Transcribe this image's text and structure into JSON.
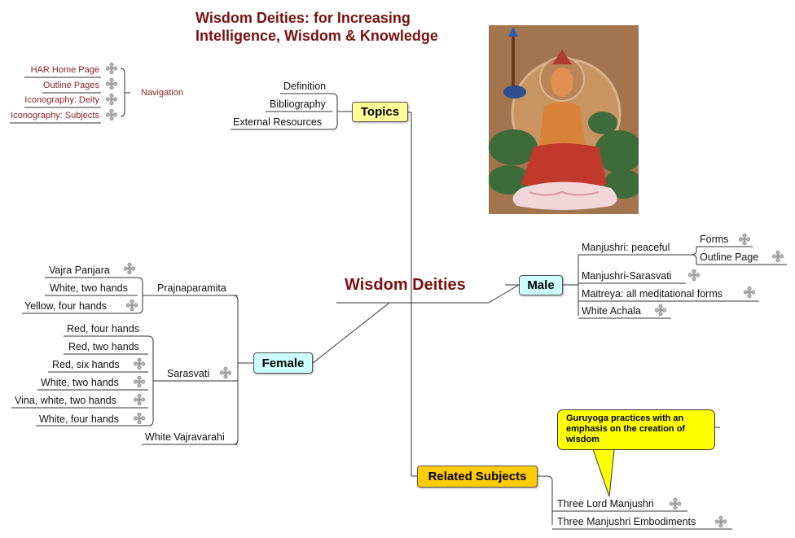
{
  "title_lines": [
    "Wisdom Deities: for Increasing",
    "Intelligence, Wisdom & Knowledge"
  ],
  "navigation": {
    "label": "Navigation",
    "items": [
      "HAR Home Page",
      "Outline Pages",
      "Iconography: Deity",
      "Iconography: Subjects"
    ]
  },
  "center": "Wisdom Deities",
  "topics": {
    "label": "Topics",
    "items": [
      "Definition",
      "Bibliography",
      "External Resources"
    ]
  },
  "male": {
    "label": "Male",
    "manjushri_peaceful": "Manjushri: peaceful",
    "manjushri_sub": [
      "Forms",
      "Outline Page"
    ],
    "items": [
      "Manjushri-Sarasvati",
      "Maitreya: all meditational forms",
      "White Achala"
    ]
  },
  "female": {
    "label": "Female",
    "prajnaparamita": {
      "label": "Prajnaparamita",
      "items": [
        "Vajra Panjara",
        "White, two hands",
        "Yellow, four hands"
      ]
    },
    "sarasvati": {
      "label": "Sarasvati",
      "items": [
        "Red, four hands",
        "Red, two hands",
        "Red, six hands",
        "White, two hands",
        "Vina, white, two hands",
        "White, four hands"
      ]
    },
    "white_vajravarahi": "White Vajravarahi"
  },
  "related": {
    "label": "Related Subjects",
    "items": [
      "Three Lord Manjushri",
      "Three Manjushri Embodiments"
    ]
  },
  "callout_text": "Guruyoga practices with an emphasis on the creation of wisdom",
  "colors": {
    "title": "#7a1010",
    "nav_text": "#8a1f1f",
    "topics_box": "#ffff99",
    "male_box": "#ccffff",
    "female_box": "#ccffff",
    "related_box": "#ffcc00",
    "callout": "#ffff00"
  }
}
